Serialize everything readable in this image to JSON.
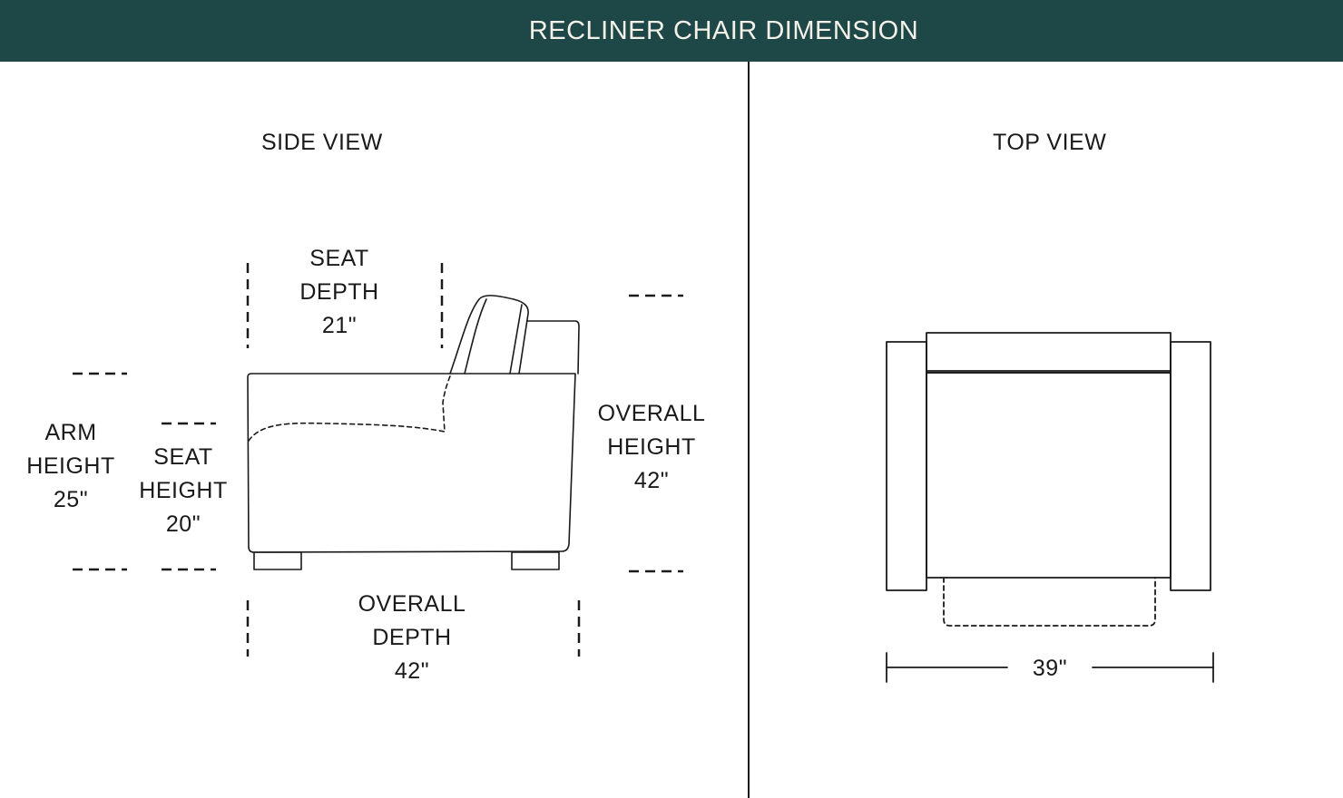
{
  "header": {
    "title": "RECLINER CHAIR DIMENSION",
    "background_color": "#1e4748",
    "text_color": "#f4f1e8"
  },
  "side_view": {
    "title": "SIDE VIEW",
    "seat_depth": {
      "line1": "SEAT",
      "line2": "DEPTH",
      "value": "21\""
    },
    "arm_height": {
      "line1": "ARM",
      "line2": "HEIGHT",
      "value": "25\""
    },
    "seat_height": {
      "line1": "SEAT",
      "line2": "HEIGHT",
      "value": "20\""
    },
    "overall_height": {
      "line1": "OVERALL",
      "line2": "HEIGHT",
      "value": "42\""
    },
    "overall_depth": {
      "line1": "OVERALL",
      "line2": "DEPTH",
      "value": "42\""
    }
  },
  "top_view": {
    "title": "TOP VIEW",
    "width": {
      "value": "39\""
    }
  }
}
